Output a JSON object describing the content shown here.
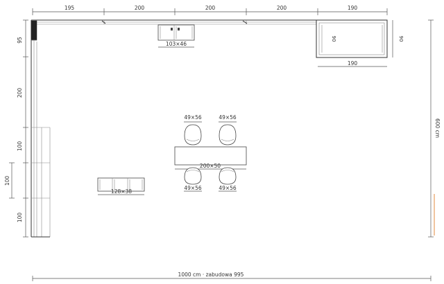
{
  "top_dims": [
    "195",
    "200",
    "200",
    "200",
    "190"
  ],
  "left_dims": [
    "95",
    "200",
    "100",
    "100"
  ],
  "left_outer_dim": "100",
  "right_unit_side_dims": [
    "90",
    "90"
  ],
  "right_unit_bottom_dim": "190",
  "right_total_dim": "600 cm",
  "bottom_total_dim": "1000 cm · zabudowa 995",
  "fridge_label": "103×46",
  "sofa_label": "128×38",
  "table_label": "200×50",
  "chair_labels": [
    "49×56",
    "49×56",
    "49×56",
    "49×56"
  ],
  "colors": {
    "line": "#333333",
    "accent_orange": "#e08a3c",
    "accent_blue": "#4a7bc8"
  }
}
